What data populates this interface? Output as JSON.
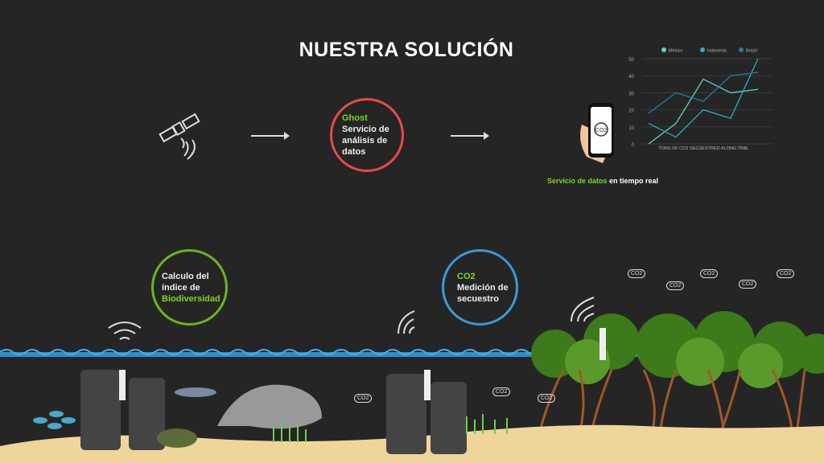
{
  "title": "NUESTRA SOLUCIÓN",
  "ghost": {
    "name": "Ghost",
    "desc": "Servicio de análisis de datos"
  },
  "phone": {
    "screen_label": "CO2"
  },
  "realtime": {
    "highlight": "Servicio de datos",
    "rest": " en tiempo real"
  },
  "biodiversity": {
    "line1": "Calculo del índice de ",
    "highlight": "Biodiversidad"
  },
  "co2": {
    "name": "CO2",
    "desc": "Medición de secuestro"
  },
  "co2_badge": "CO2",
  "colors": {
    "ghost": "#e84a4a",
    "bio": "#6bb51f",
    "co2": "#3a9ad9",
    "accent": "#7ed321"
  },
  "chart_data": {
    "type": "line",
    "title": "",
    "xlabel": "TONS OF CO2 SECUESTRED ALONG TIME",
    "ylabel": "",
    "ylim": [
      0,
      50
    ],
    "yticks": [
      "0",
      "10",
      "20",
      "30",
      "40",
      "50"
    ],
    "x": [
      1,
      2,
      3,
      4,
      5
    ],
    "legend": "top",
    "grid": true,
    "series": [
      {
        "name": "México",
        "color": "#5fd4c8",
        "values": [
          0,
          12,
          38,
          30,
          32
        ]
      },
      {
        "name": "Indonesia",
        "color": "#2bb0c8",
        "values": [
          12,
          4,
          20,
          15,
          50
        ]
      },
      {
        "name": "Brazil",
        "color": "#2a78a8",
        "values": [
          18,
          30,
          25,
          40,
          42
        ]
      }
    ]
  }
}
